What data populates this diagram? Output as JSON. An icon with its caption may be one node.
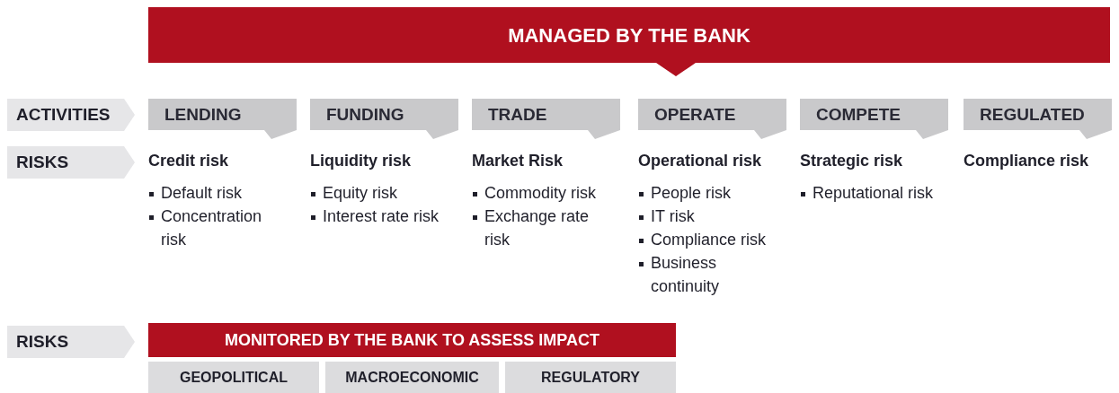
{
  "diagram": {
    "nodes": [
      {
        "text": [
          "MANAGED BY THE BANK"
        ]
      },
      {
        "text": [
          "ACTIVITIES"
        ]
      },
      {
        "text": [
          "LENDING"
        ]
      },
      {
        "text": [
          "FUNDING"
        ]
      },
      {
        "text": [
          "TRADE"
        ]
      },
      {
        "text": [
          "OPERATE"
        ]
      },
      {
        "text": [
          "COMPETE"
        ]
      },
      {
        "text": [
          "REGULATED"
        ]
      },
      {
        "text": [
          "RISKS"
        ]
      },
      {
        "text": [
          "RISKS"
        ]
      },
      {
        "text": [
          "MONITORED BY THE BANK TO ASSESS IMPACT"
        ]
      },
      {
        "text": [
          "GEOPOLITICAL"
        ]
      },
      {
        "text": [
          "MACROECONOMIC"
        ]
      },
      {
        "text": [
          "REGULATORY"
        ]
      }
    ],
    "edges": [],
    "labels": [
      "Credit risk",
      "Default risk",
      "Concentration risk",
      "Liquidity risk",
      "Equity risk",
      "Interest rate risk",
      "Market Risk",
      "Commodity risk",
      "Exchange rate risk",
      "Operational risk",
      "People risk",
      "IT risk",
      "Compliance risk",
      "Business continuity",
      "Strategic risk",
      "Reputational risk",
      "Compliance risk"
    ]
  }
}
